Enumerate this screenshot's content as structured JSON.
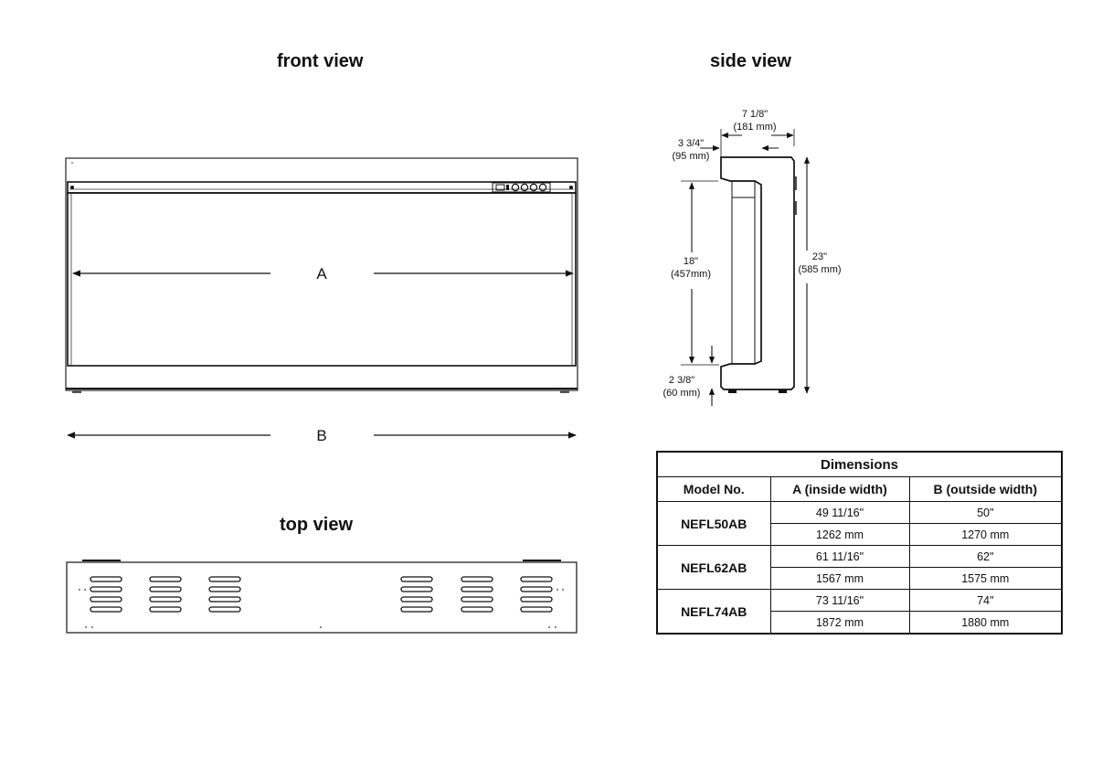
{
  "views": {
    "front_title": "front view",
    "side_title": "side view",
    "top_title": "top view"
  },
  "front_view": {
    "label_a": "A",
    "label_b": "B"
  },
  "side_view": {
    "depth_overall": "7 1/8\"",
    "depth_overall_mm": "(181 mm)",
    "depth_inner": "3 3/4\"",
    "depth_inner_mm": "(95 mm)",
    "opening_height": "18\"",
    "opening_height_mm": "(457mm)",
    "overall_height": "23\"",
    "overall_height_mm": "(585 mm)",
    "base_height": "2 3/8\"",
    "base_height_mm": "(60 mm)"
  },
  "table": {
    "title": "Dimensions",
    "headers": [
      "Model No.",
      "A (inside width)",
      "B (outside width)"
    ],
    "rows": [
      {
        "model": "NEFL50AB",
        "a_in": "49 11/16\"",
        "b_in": "50\"",
        "a_mm": "1262 mm",
        "b_mm": "1270 mm"
      },
      {
        "model": "NEFL62AB",
        "a_in": "61 11/16\"",
        "b_in": "62\"",
        "a_mm": "1567 mm",
        "b_mm": "1575 mm"
      },
      {
        "model": "NEFL74AB",
        "a_in": "73 11/16\"",
        "b_in": "74\"",
        "a_mm": "1872  mm",
        "b_mm": "1880 mm"
      }
    ]
  }
}
